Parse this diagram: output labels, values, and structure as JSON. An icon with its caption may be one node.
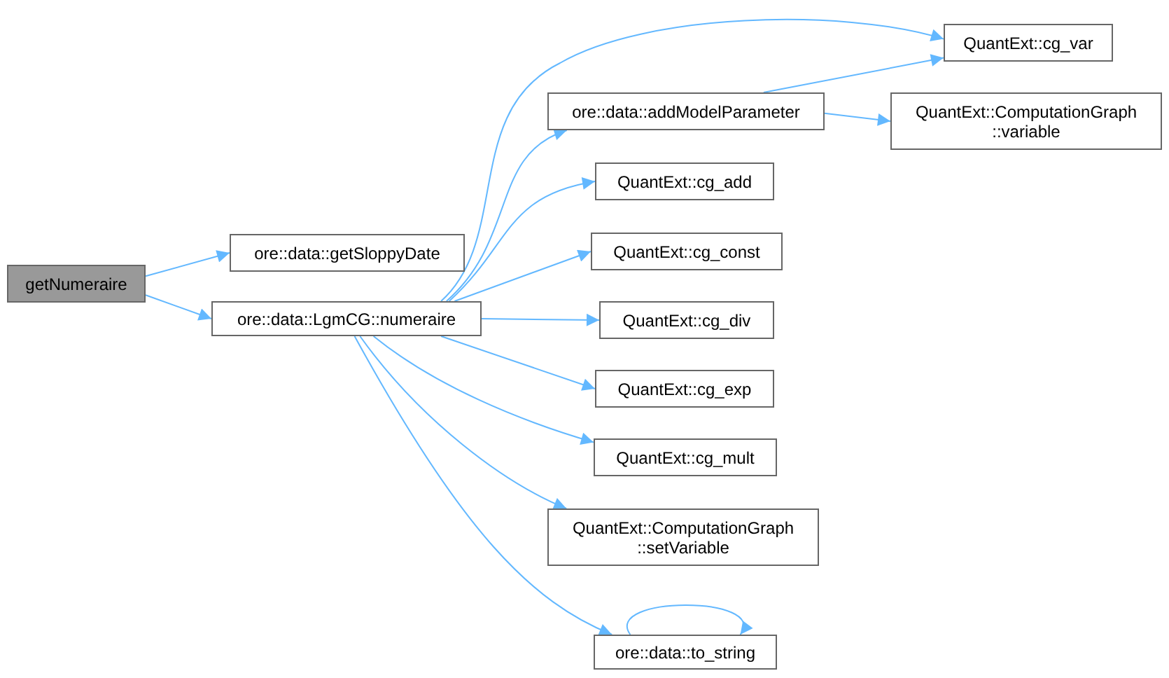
{
  "diagram": {
    "nodes": [
      {
        "text": [
          "getNumeraire"
        ]
      },
      {
        "text": [
          "ore::data::getSloppyDate"
        ]
      },
      {
        "text": [
          "ore::data::LgmCG::numeraire"
        ]
      },
      {
        "text": [
          "QuantExt::cg_var"
        ]
      },
      {
        "text": [
          "ore::data::addModelParameter"
        ]
      },
      {
        "text": [
          "QuantExt::ComputationGraph ::variable"
        ]
      },
      {
        "text": [
          "QuantExt::cg_add"
        ]
      },
      {
        "text": [
          "QuantExt::cg_const"
        ]
      },
      {
        "text": [
          "QuantExt::cg_div"
        ]
      },
      {
        "text": [
          "QuantExt::cg_exp"
        ]
      },
      {
        "text": [
          "QuantExt::cg_mult"
        ]
      },
      {
        "text": [
          "QuantExt::ComputationGraph ::setVariable"
        ]
      },
      {
        "text": [
          "ore::data::to_string"
        ]
      }
    ],
    "edges": [
      {
        "from": 0,
        "to": 1,
        "arrow": "to"
      },
      {
        "from": 0,
        "to": 2,
        "arrow": "to"
      },
      {
        "from": 2,
        "to": 3,
        "arrow": "to"
      },
      {
        "from": 2,
        "to": 4,
        "arrow": "to"
      },
      {
        "from": 4,
        "to": 3,
        "arrow": "to"
      },
      {
        "from": 4,
        "to": 5,
        "arrow": "to"
      },
      {
        "from": 2,
        "to": 6,
        "arrow": "to"
      },
      {
        "from": 2,
        "to": 7,
        "arrow": "to"
      },
      {
        "from": 2,
        "to": 8,
        "arrow": "to"
      },
      {
        "from": 2,
        "to": 9,
        "arrow": "to"
      },
      {
        "from": 2,
        "to": 10,
        "arrow": "to"
      },
      {
        "from": 2,
        "to": 11,
        "arrow": "to"
      },
      {
        "from": 2,
        "to": 12,
        "arrow": "to"
      },
      {
        "from": 12,
        "to": 12,
        "arrow": "to"
      }
    ]
  }
}
